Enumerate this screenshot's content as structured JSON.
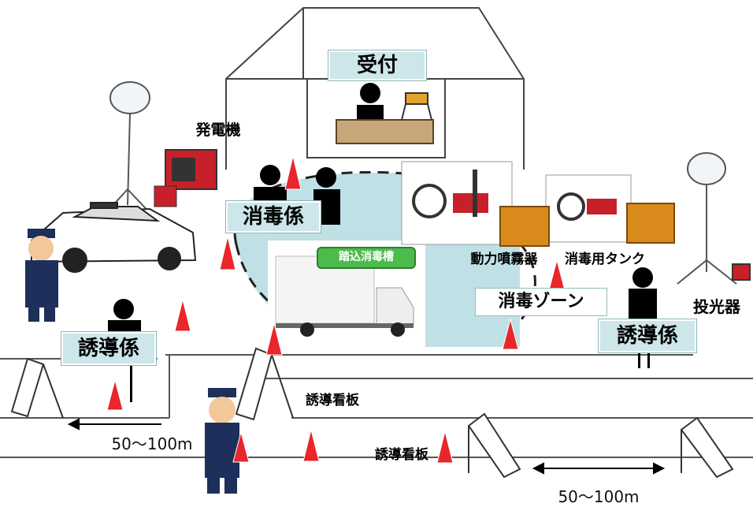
{
  "labels": {
    "reception": "受付",
    "generator": "発電機",
    "disinfection_staff": "消毒係",
    "footbath": "踏込消毒槽",
    "power_sprayer": "動力噴霧器",
    "disinfection_tank": "消毒用タンク",
    "disinfection_zone": "消毒ゾーン",
    "floodlight": "投光器",
    "guide_staff_left": "誘導係",
    "guide_staff_right": "誘導係",
    "guide_sign_1": "誘導看板",
    "guide_sign_2": "誘導看板",
    "distance_left": "50～100m",
    "distance_right": "50～100m"
  },
  "colors": {
    "label_box": "#cde6ea",
    "zone_fill": "#bfe1e6",
    "cone": "#e8262b",
    "desk": "#c7a77a",
    "footbath": "#4cbb4c",
    "equipment_orange": "#d98a1c"
  }
}
